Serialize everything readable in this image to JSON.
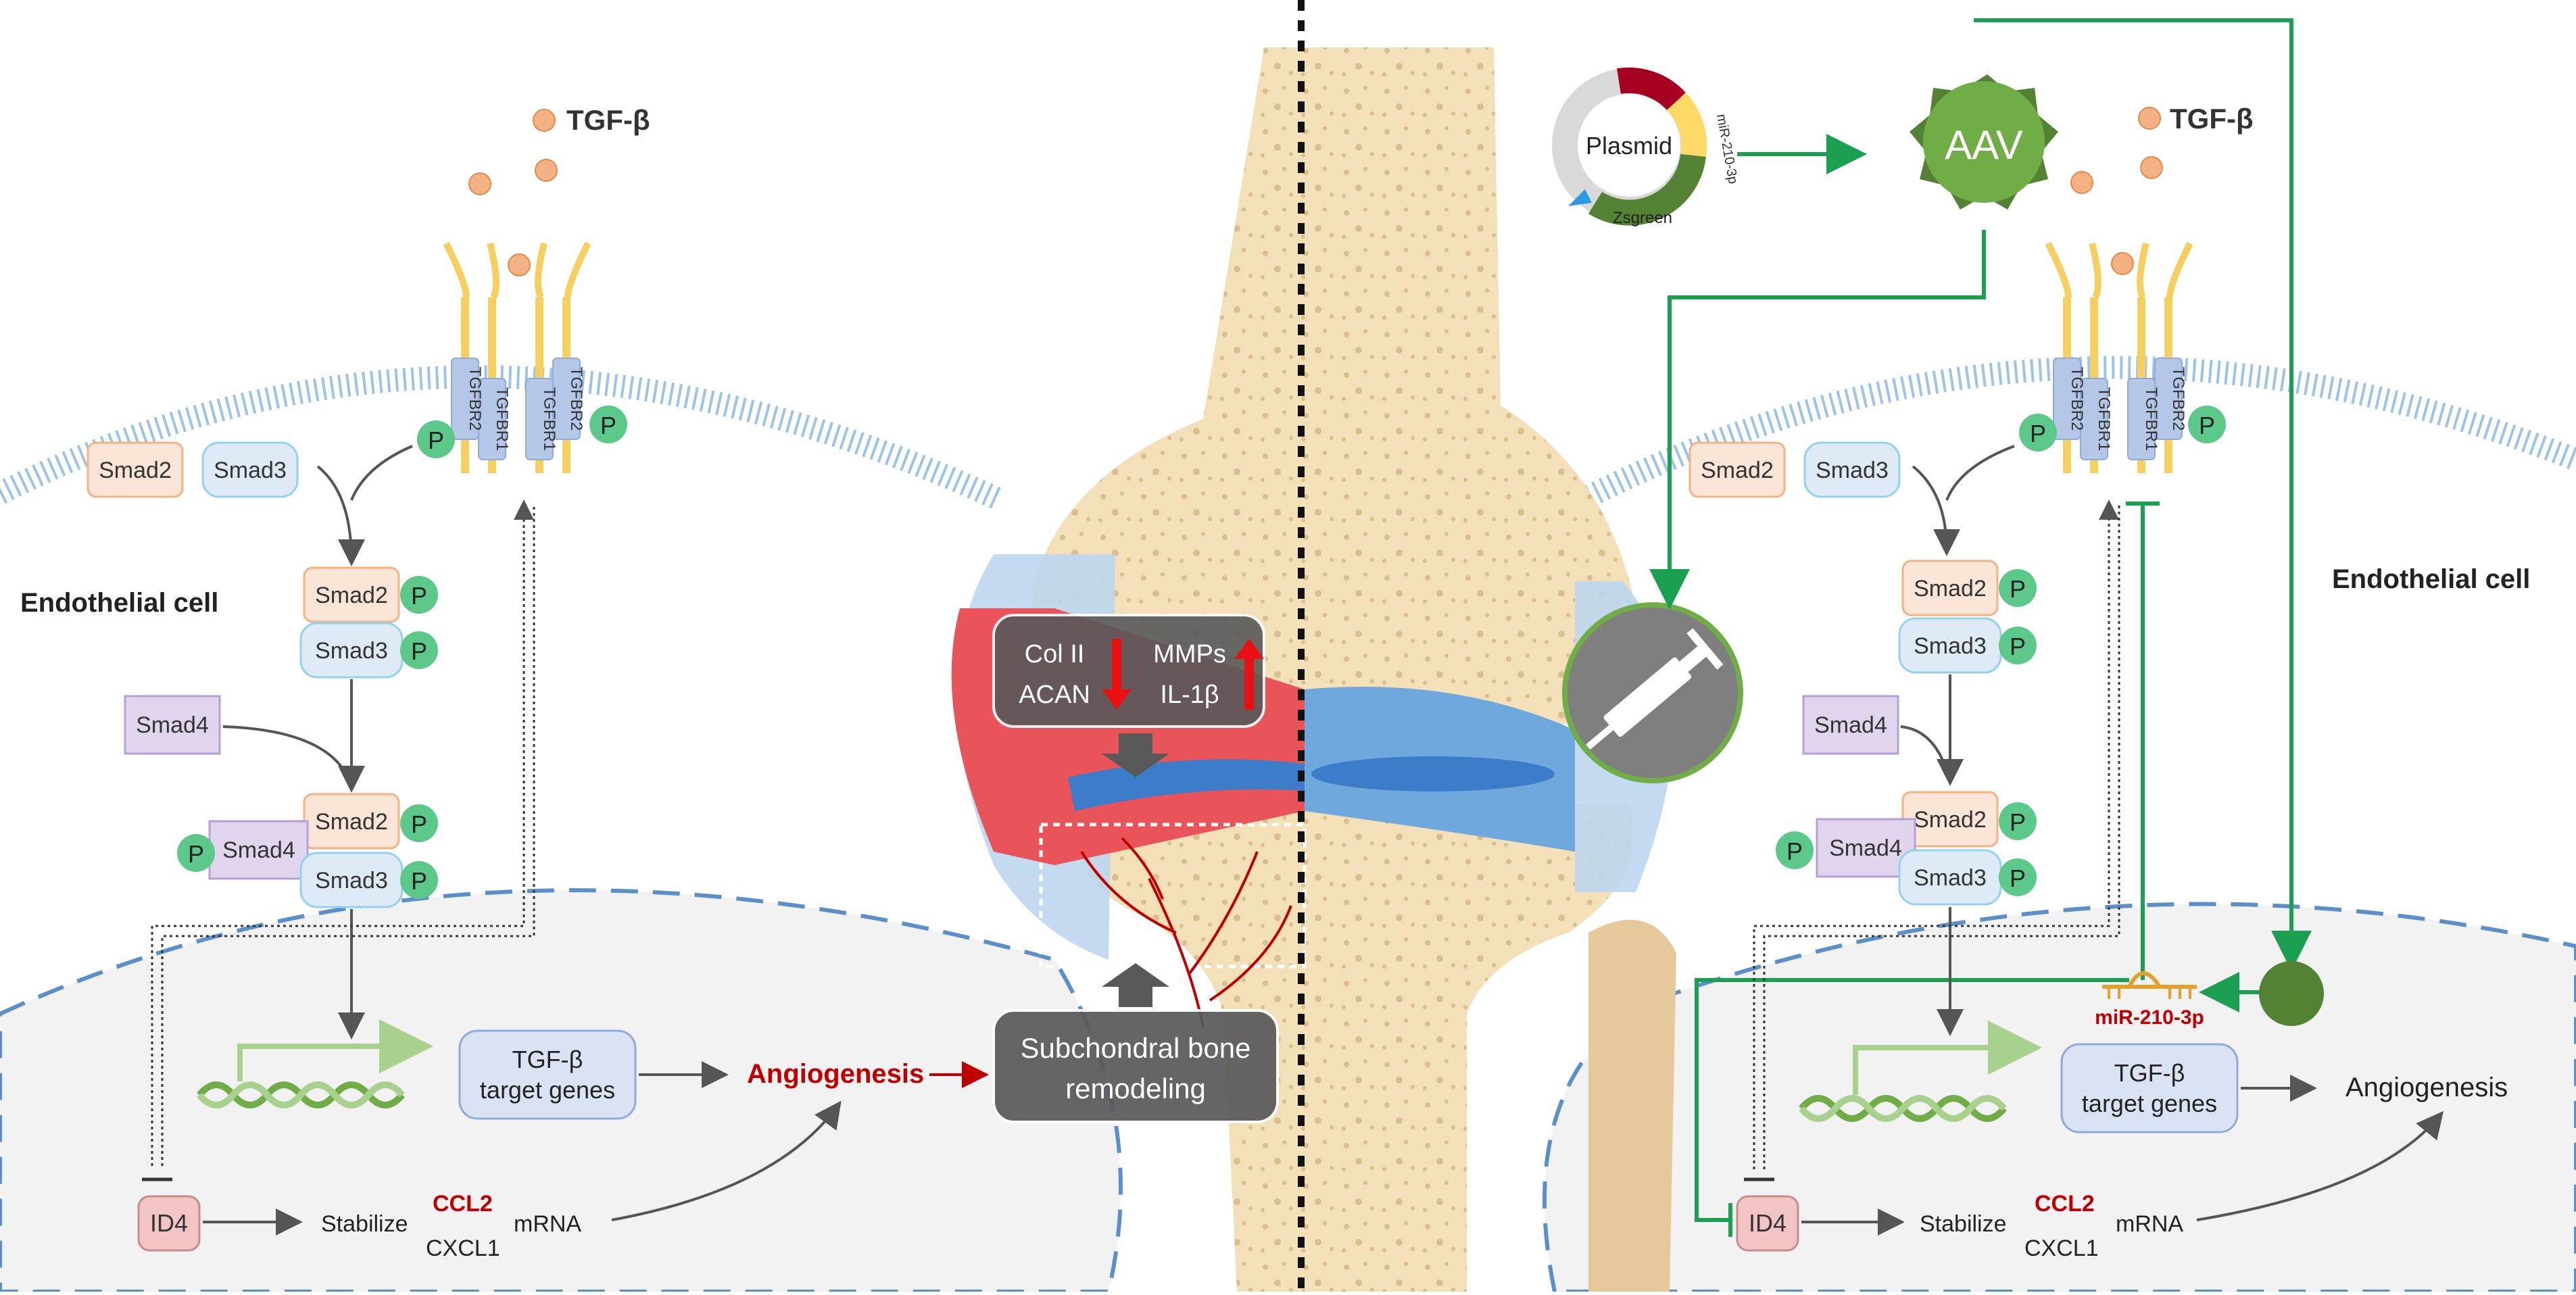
{
  "colors": {
    "smad2_fill": "#fbe5d6",
    "smad2_stroke": "#f4b183",
    "smad3_fill": "#deebf7",
    "smad3_stroke": "#8fd3f0",
    "smad4_fill": "#e1d5ee",
    "smad4_stroke": "#b4a0d4",
    "phospho": "#5cc98a",
    "receptor_bar": "#f5d061",
    "receptor_box": "#b4c7e7",
    "angiogenesis_red": "#c00000",
    "green_path": "#1aa050",
    "membrane": "#9dc3e6",
    "bone": "#f3dfb8",
    "cartilage": "#6fa8dc",
    "inflamed": "#e8545a"
  },
  "left_panel": {
    "ligand_label": "TGF-β",
    "receptors": [
      "TGFBR2",
      "TGFBR1",
      "TGFBR1",
      "TGFBR2"
    ],
    "phospho_label": "P",
    "cell_label": "Endothelial cell",
    "smad2": "Smad2",
    "smad3": "Smad3",
    "smad4": "Smad4",
    "target_genes": "TGF-β\ntarget genes",
    "target_line1": "TGF-β",
    "target_line2": "target genes",
    "angiogenesis": "Angiogenesis",
    "id4": "ID4",
    "stabilize": "Stabilize",
    "ccl2": "CCL2",
    "cxcl1": "CXCL1",
    "mrna": "mRNA"
  },
  "center": {
    "box1_left_line1": "Col II",
    "box1_left_line2": "ACAN",
    "box1_right_line1": "MMPs",
    "box1_right_line2": "IL-1β",
    "box2_line1": "Subchondral bone",
    "box2_line2": "remodeling"
  },
  "right_panel": {
    "plasmid": "Plasmid",
    "mir_on_plasmid": "miR-210-3p",
    "zsgreen": "Zsgreen",
    "aav": "AAV",
    "ligand_label": "TGF-β",
    "receptors": [
      "TGFBR2",
      "TGFBR1",
      "TGFBR1",
      "TGFBR2"
    ],
    "phospho_label": "P",
    "cell_label": "Endothelial cell",
    "smad2": "Smad2",
    "smad3": "Smad3",
    "smad4": "Smad4",
    "mir": "miR-210-3p",
    "target_line1": "TGF-β",
    "target_line2": "target genes",
    "angiogenesis": "Angiogenesis",
    "id4": "ID4",
    "stabilize": "Stabilize",
    "ccl2": "CCL2",
    "cxcl1": "CXCL1",
    "mrna": "mRNA"
  }
}
